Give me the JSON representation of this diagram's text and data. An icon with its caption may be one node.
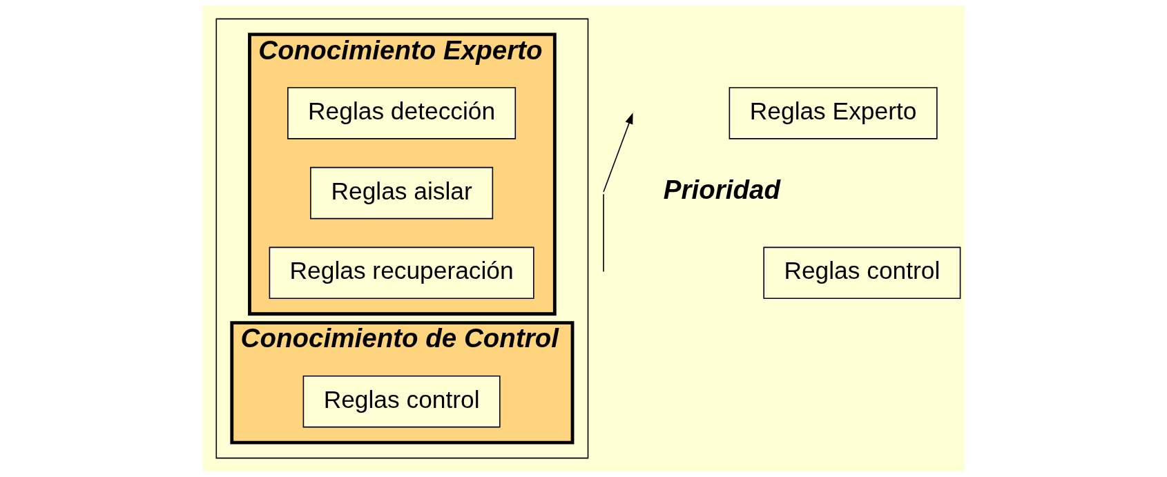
{
  "diagram": {
    "nodes": [
      {
        "text": [],
        "shape": "box"
      },
      {
        "text": [
          "Conocimiento Experto"
        ],
        "in": 0
      },
      {
        "text": [
          "Reglas detección"
        ],
        "in": 1
      },
      {
        "text": [
          "Reglas aislar"
        ],
        "in": 1
      },
      {
        "text": [
          "Reglas recuperación"
        ],
        "in": 1
      },
      {
        "text": [
          "Conocimiento de Control"
        ],
        "in": 0
      },
      {
        "text": [
          "Reglas control"
        ],
        "in": 5
      },
      {
        "text": [
          "Reglas Experto"
        ]
      },
      {
        "text": [
          "Reglas control"
        ]
      }
    ],
    "edges": [],
    "labels": [
      "Prioridad"
    ]
  }
}
